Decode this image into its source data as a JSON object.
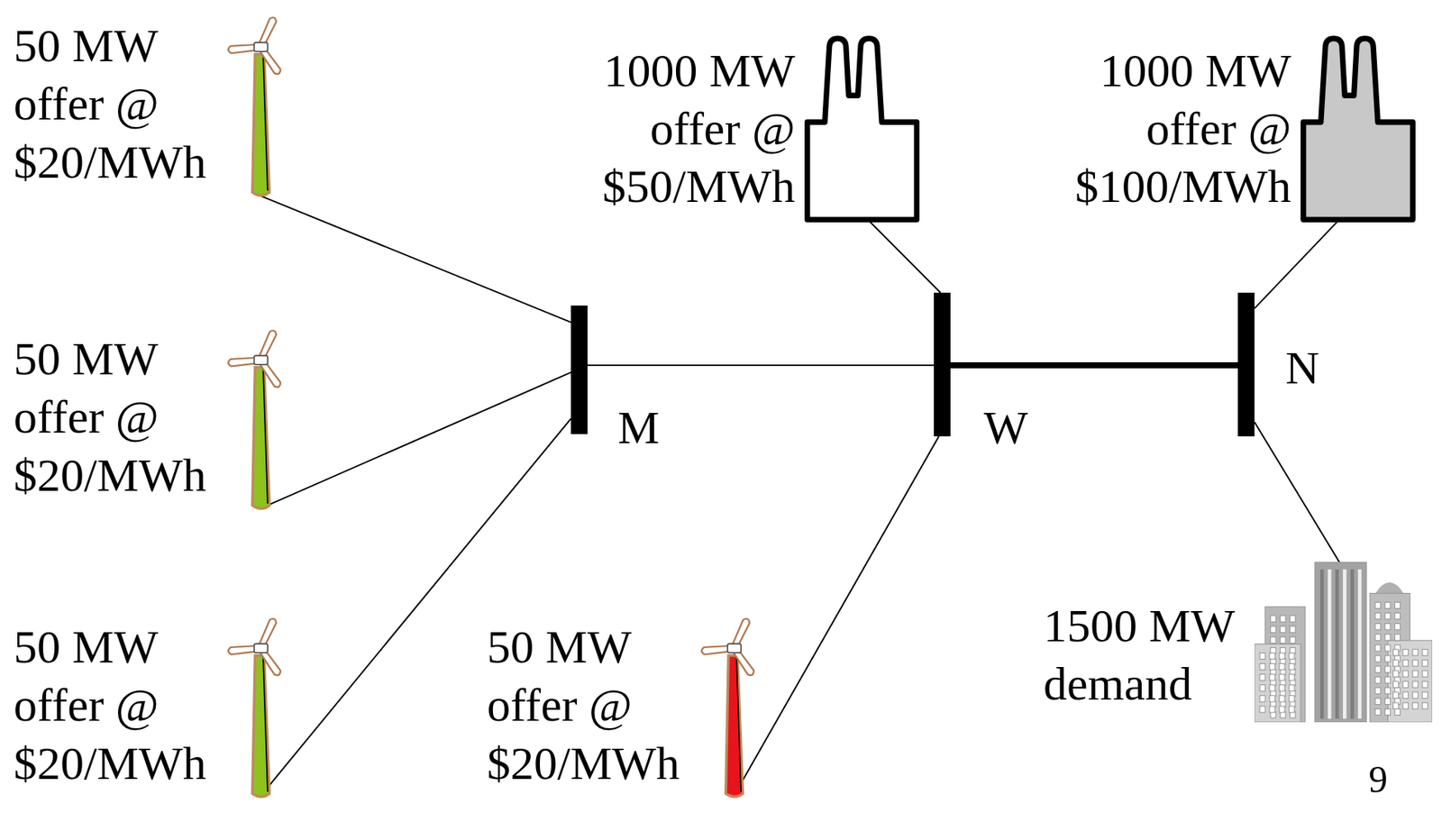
{
  "diagram": {
    "nodes": [
      {
        "text": [
          "50 MW offer @ $20/MWh"
        ]
      },
      {
        "text": [
          "1000 MW offer @ $50/MWh"
        ]
      },
      {
        "text": [
          "1000 MW offer @ $100/MWh"
        ]
      },
      {
        "text": [
          "50 MW offer @ $20/MWh"
        ]
      },
      {
        "text": [
          "M"
        ]
      },
      {
        "text": [
          "W"
        ]
      },
      {
        "text": [
          "N"
        ]
      },
      {
        "text": [
          "50 MW offer @ $20/MWh"
        ]
      },
      {
        "text": [
          "50 MW offer @ $20/MWh"
        ]
      },
      {
        "text": [
          "1500 MW demand"
        ]
      }
    ],
    "edges": [
      {
        "from": 0,
        "to": 4,
        "arrow": "none"
      },
      {
        "from": 3,
        "to": 4,
        "arrow": "none"
      },
      {
        "from": 7,
        "to": 4,
        "arrow": "none"
      },
      {
        "from": 4,
        "to": 5,
        "arrow": "none"
      },
      {
        "from": 8,
        "to": 5,
        "arrow": "none"
      },
      {
        "from": 1,
        "to": 5,
        "arrow": "none"
      },
      {
        "from": 5,
        "to": 6,
        "arrow": "none"
      },
      {
        "from": 2,
        "to": 6,
        "arrow": "none"
      },
      {
        "from": 6,
        "to": 9,
        "arrow": "none"
      }
    ],
    "labels": [
      "9"
    ]
  }
}
